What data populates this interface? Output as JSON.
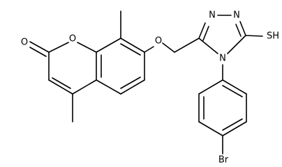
{
  "structure": {
    "atoms": {
      "carbonyl_oxygen": "O",
      "ring_oxygen": "O",
      "ether_oxygen": "O",
      "triazole_n1": "N",
      "triazole_n2": "N",
      "triazole_n4": "N",
      "thiol": "SH",
      "bromine": "Br"
    }
  },
  "colors": {
    "bond": "#000000",
    "background": "#ffffff"
  }
}
